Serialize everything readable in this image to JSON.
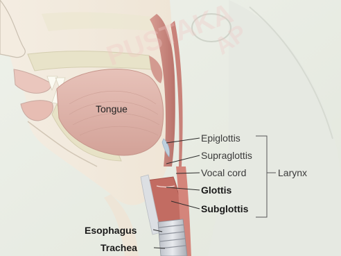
{
  "labels": {
    "tongue": "Tongue",
    "epiglottis": "Epiglottis",
    "supraglottis": "Supraglottis",
    "vocal_cord": "Vocal cord",
    "glottis": "Glottis",
    "subglottis": "Subglottis",
    "esophagus": "Esophagus",
    "trachea": "Trachea",
    "larynx": "Larynx"
  },
  "colors": {
    "background": "#e9ece4",
    "skin": "#f1eadd",
    "airway": "#c98a82",
    "muscle": "#c97f75",
    "tongue": "#dfb6ad",
    "bone": "#e6e2c8",
    "label_line": "#2a2a2a"
  }
}
